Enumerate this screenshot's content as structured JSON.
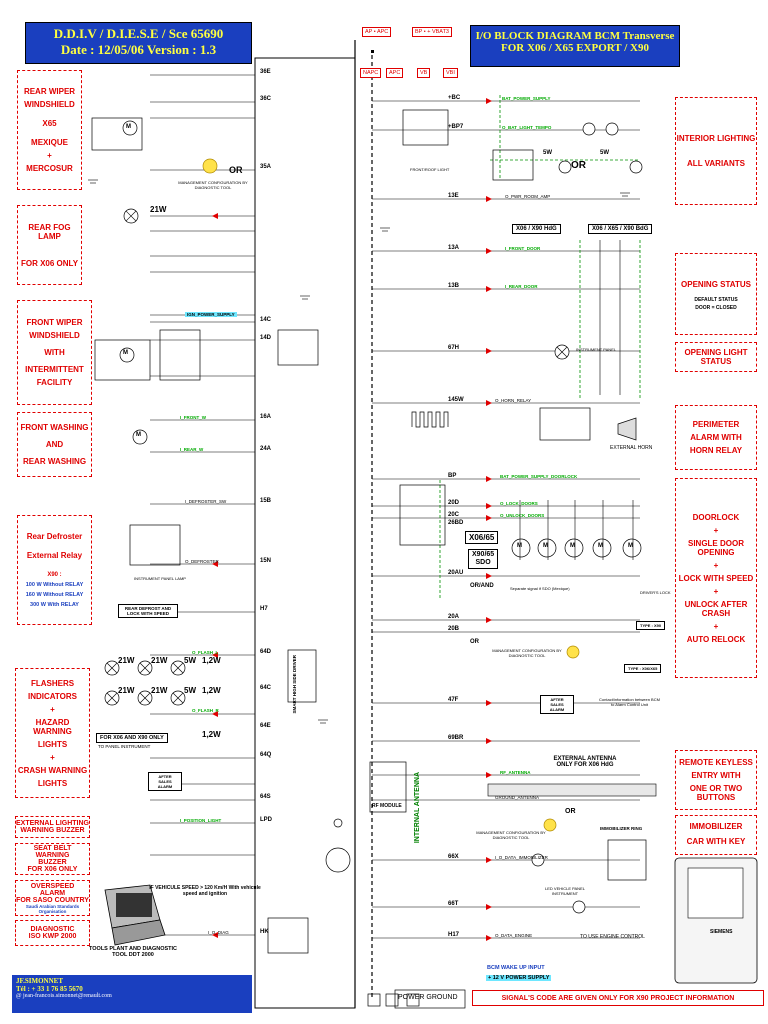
{
  "header": {
    "left_line1": "D.D.I.V / D.I.E.S.E / Sce 65690",
    "left_line2": "Date : 12/05/06     Version : 1.3",
    "right_line1": "I/O BLOCK DIAGRAM  BCM Transverse",
    "right_line2": "FOR X06 / X65 EXPORT / X90",
    "supply_ap": "AP",
    "supply_apc": "APC",
    "supply_bp": "BP",
    "supply_vbat": "+ VBAT3",
    "napc": "NAPC",
    "apc2": "APC",
    "vb": "VB",
    "vbi": "VBI"
  },
  "left_labels": {
    "rear_wiper": [
      "REAR WIPER",
      "WINDSHIELD",
      "X65",
      "MEXIQUE",
      "+",
      "MERCOSUR"
    ],
    "rear_fog": [
      "REAR FOG LAMP",
      "FOR X06 ONLY"
    ],
    "front_wiper": [
      "FRONT WIPER",
      "WINDSHIELD",
      "WITH",
      "INTERMITTENT",
      "FACILITY"
    ],
    "front_washing": [
      "FRONT WASHING",
      "AND",
      "REAR WASHING"
    ],
    "rear_defroster": [
      "Rear Defroster",
      "External Relay",
      "X90 :",
      "100 W Without RELAY",
      "160 W Without RELAY",
      "300 W With RELAY"
    ],
    "flashers": [
      "FLASHERS",
      "INDICATORS",
      "+",
      "HAZARD WARNING",
      "LIGHTS",
      "+",
      "CRASH WARNING",
      "LIGHTS"
    ],
    "ext_lighting": [
      "EXTERNAL LIGHTING",
      "WARNING BUZZER"
    ],
    "seat_belt": [
      "SEAT BELT WARNING",
      "BUZZER",
      "FOR X06 ONLY"
    ],
    "overspeed": [
      "OVERSPEED",
      "ALARM",
      "FOR SASO COUNTRY",
      "Saudi Arabian Standards Organisation"
    ],
    "diagnostic": [
      "DIAGNOSTIC",
      "ISO KWP 2000"
    ]
  },
  "right_labels": {
    "interior": [
      "INTERIOR LIGHTING",
      "ALL VARIANTS"
    ],
    "opening_status": [
      "OPENING STATUS",
      "DEFAULT STATUS",
      "DOOR = CLOSED"
    ],
    "opening_light": [
      "OPENING LIGHT",
      "STATUS"
    ],
    "perimeter": [
      "PERIMETER",
      "ALARM WITH",
      "HORN RELAY"
    ],
    "doorlock": [
      "DOORLOCK",
      "+",
      "SINGLE DOOR OPENING",
      "+",
      "LOCK WITH SPEED",
      "+",
      "UNLOCK AFTER CRASH",
      "+",
      "AUTO RELOCK"
    ],
    "keyless": [
      "REMOTE KEYLESS",
      "ENTRY WITH",
      "ONE OR TWO BUTTONS"
    ],
    "immobilizer": [
      "IMMOBILIZER",
      "CAR WITH KEY"
    ]
  },
  "pins": [
    "36E",
    "36C",
    "35A",
    "14C",
    "14D",
    "16A",
    "24A",
    "15B",
    "15N",
    "H7",
    "64D",
    "64C",
    "64E",
    "64Q",
    "64S",
    "LPD",
    "+BC",
    "+BP7",
    "13E",
    "13A",
    "13B",
    "67H",
    "145W",
    "BP",
    "20D",
    "20C",
    "26BD",
    "20AU",
    "20A",
    "20B",
    "47F",
    "69BR",
    "66X",
    "66T",
    "H17",
    "HK"
  ],
  "variants": {
    "x06_hdg": "X06 / X90 HdG",
    "x06_bdg": "X06 / X65 / X90 BdG",
    "x06_65": "X06/65",
    "x90_65": "X90/65",
    "sdo": "SDO",
    "or": "OR",
    "or_and": "OR/AND"
  },
  "signals": {
    "bat_power_supply": "BAT_POWER_SUPPLY",
    "bat_light_temp": "O_BAT_LIGHT_TEMPO",
    "pwr_room_amp": "O_PWR_ROOM_AMP",
    "front_door": "I_FRONT_DOOR",
    "rear_door": "I_REAR_DOOR",
    "horn_relay": "O_HORN_RELAY",
    "lock_doors": "O_LOCK_DOORS",
    "unlock_doors": "O_UNLOCK_DOORS",
    "rf_antenna": "RF_ANTENNA",
    "ground_antenna": "GROUND_ANTENNA",
    "data_immobilizer": "I_O_DATA_IMMOBILIZER",
    "data_engine": "O_DATA_ENGINE",
    "power_supply_bat": "BAT_POWER_SUPPLY_DOORLOCK",
    "ign_power_supply": "IGN_POWER_SUPPLY",
    "front_w": "I_FRONT_W",
    "rear_w": "I_REAR_W",
    "defroster_sw": "I_DEFROSTER_SW",
    "o_defroster": "O_DEFROSTER",
    "o_diag": "I_O_DIAG",
    "o_flash_l": "O_FLASH_L",
    "o_flash_r": "O_FLASH_R",
    "position_light": "I_POSITION_LIGHT"
  },
  "notes": {
    "mgmt_config": "MANAGEMENT CONFIGURATION BY DIAGNOSTIC TOOL",
    "mgmt_config2": "MANAGEMENT CONFIGURATION BY DIAGNOSTIC TOOL",
    "mgmt_config3": "MANAGEMENT CONFIGURATION BY DIAGNOSTIC TOOL",
    "front_roof": "FRONT/ROOF LIGHT",
    "instrument_panel": "INSTRUMENT PANEL",
    "instrument_panel_lamp": "INSTRUMENT PANEL LAMP",
    "rear_defrost_lock": "REAR DEFROST AND LOCK WITH SPEED",
    "for_x06_x90": "FOR X06 AND X90 ONLY",
    "to_panel": "TO PANEL INSTRUMENT",
    "smart_high_side": "SMART HIGH SIDE DRIVER",
    "ext_antenna": "EXTERNAL ANTENNA ONLY FOR X06 HdG",
    "internal_antenna": "INTERNAL ANTENNA",
    "rf_module": "RF MODULE",
    "immobilizer_ring": "IMMOBILIZER RING",
    "led_vehicle": "LED VEHICLE PANEL INSTRUMENT",
    "to_engine": "TO USE ENGINE CONTROL",
    "vehicle_speed": "IF VEHICULE SPEED > 120 Km/H With vehicule speed and ignition",
    "tools_plant": "TOOLS PLANT AND DIAGNOSTIC TOOL DDT 2000",
    "bcm_wake": "BCM WAKE UP INPUT",
    "power_12v": "+ 12 V POWER SUPPLY",
    "power_ground": "POWER GROUND",
    "signals_note": "SIGNAL'S CODE ARE GIVEN ONLY FOR X90 PROJECT INFORMATION",
    "external_horn": "EXTERNAL HORN",
    "drivers_lock": "DRIVER'S LOCK",
    "type_x90": "TYPE : X90",
    "type_x06": "TYPE : X06/X65",
    "afer_sales": "AFTER SALES ALARM",
    "after_sales2": "AFTER SALES ALARM",
    "contact_info": "Contact/information between BCM to Alarm Control Unit",
    "separate_signal": "Separate signal if SDO (Mexique)",
    "siemens": "SIEMENS"
  },
  "loads": {
    "w21": "21W",
    "w5": "5W",
    "w12": "1,2W",
    "m": "M"
  },
  "footer": {
    "name": "JF.SIMONNET",
    "tel": "Tél : + 33 1 76 85 5670",
    "email": "@ jean-francois.simonnet@renault.com"
  }
}
